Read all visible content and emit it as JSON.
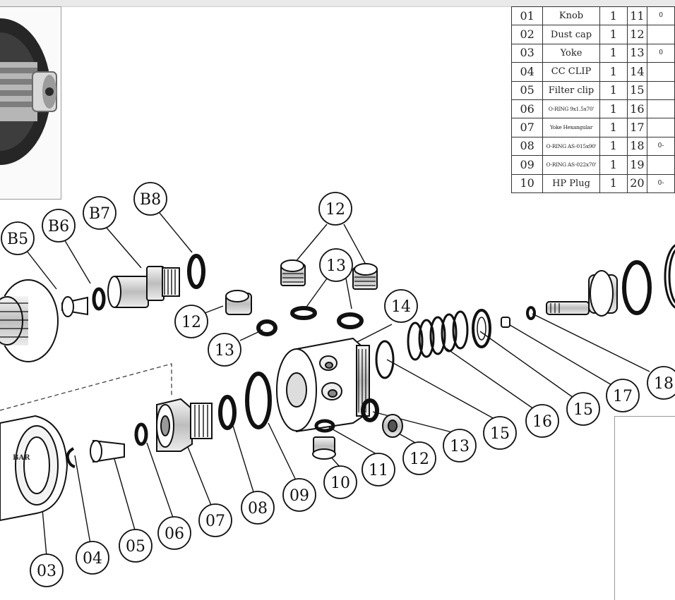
{
  "parts_table": {
    "rows": [
      {
        "no": "01",
        "name": "Knob",
        "qty": "1",
        "no2": "11",
        "name2": "0"
      },
      {
        "no": "02",
        "name": "Dust cap",
        "qty": "1",
        "no2": "12",
        "name2": ""
      },
      {
        "no": "03",
        "name": "Yoke",
        "qty": "1",
        "no2": "13",
        "name2": "0"
      },
      {
        "no": "04",
        "name": "CC CLIP",
        "qty": "1",
        "no2": "14",
        "name2": ""
      },
      {
        "no": "05",
        "name": "Filter clip",
        "qty": "1",
        "no2": "15",
        "name2": ""
      },
      {
        "no": "06",
        "name": "O-RING 9x1.5x70'",
        "qty": "1",
        "no2": "16",
        "name2": ""
      },
      {
        "no": "07",
        "name": "Yoke Hexangular",
        "qty": "1",
        "no2": "17",
        "name2": ""
      },
      {
        "no": "08",
        "name": "O-RING AS-015x90'",
        "qty": "1",
        "no2": "18",
        "name2": "0-"
      },
      {
        "no": "09",
        "name": "O-RING AS-022x70'",
        "qty": "1",
        "no2": "19",
        "name2": ""
      },
      {
        "no": "10",
        "name": "HP Plug",
        "qty": "1",
        "no2": "20",
        "name2": "0-"
      }
    ]
  },
  "callouts": {
    "b5": "B5",
    "b6": "B6",
    "b7": "B7",
    "b8": "B8",
    "p12a": "12",
    "p13a": "13",
    "p12b": "12",
    "p13b": "13",
    "p14": "14",
    "p15a": "15",
    "p16": "16",
    "p15b": "15",
    "p17": "17",
    "p18": "18",
    "p03": "03",
    "p04": "04",
    "p05": "05",
    "p06": "06",
    "p07": "07",
    "p08": "08",
    "p09": "09",
    "p10": "10",
    "p11": "11",
    "p12c": "12",
    "p13c": "13"
  },
  "yoke_imprint": "BAR"
}
